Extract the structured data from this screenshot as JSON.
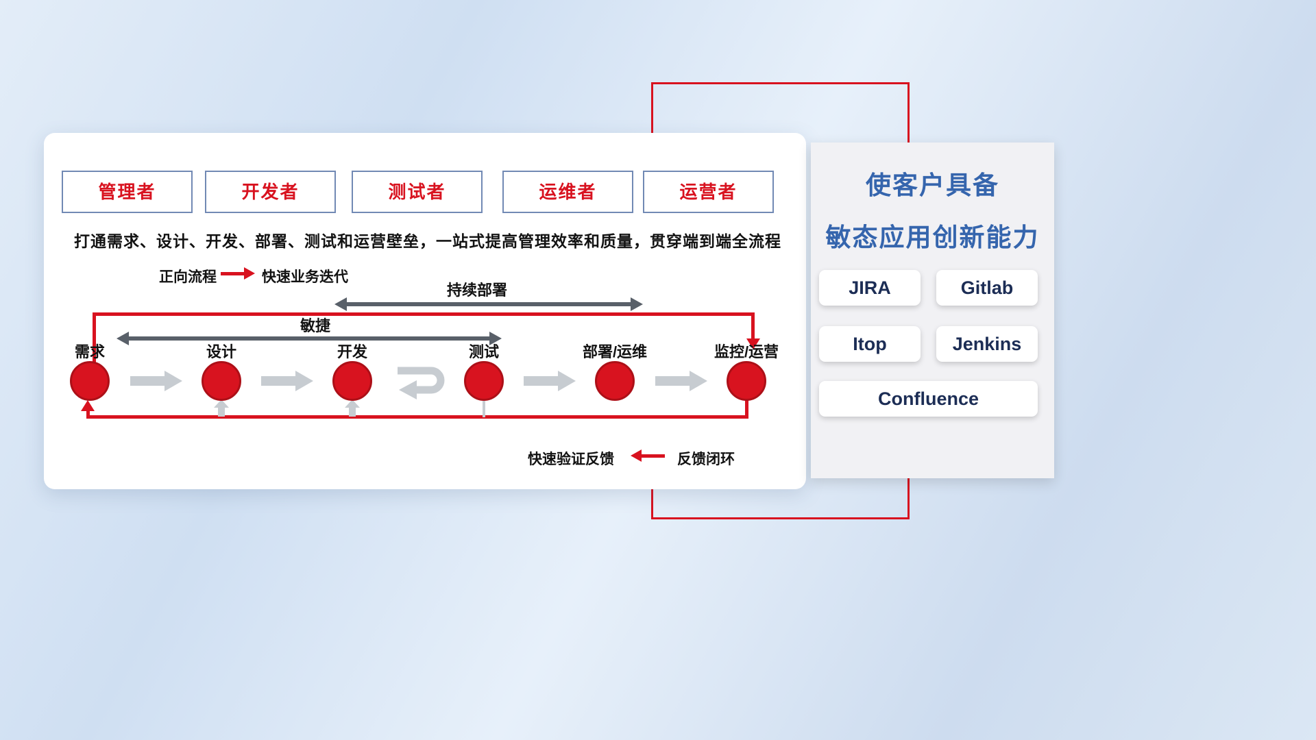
{
  "roles": [
    "管理者",
    "开发者",
    "测试者",
    "运维者",
    "运营者"
  ],
  "subtitle": "打通需求、设计、开发、部署、测试和运营壁垒，一站式提高管理效率和质量，贯穿端到端全流程",
  "flow": {
    "forward_legend_label": "正向流程",
    "forward_legend_desc": "快速业务迭代",
    "continuous_deploy_label": "持续部署",
    "agile_label": "敏捷",
    "feedback_desc": "快速验证反馈",
    "feedback_legend_label": "反馈闭环",
    "stages": [
      "需求",
      "设计",
      "开发",
      "测试",
      "部署/运维",
      "监控/运营"
    ]
  },
  "right_panel": {
    "title_line1": "使客户具备",
    "title_line2": "敏态应用创新能力",
    "tools": [
      "JIRA",
      "Gitlab",
      "Itop",
      "Jenkins",
      "Confluence"
    ]
  },
  "colors": {
    "accent_red": "#d8121f",
    "title_blue": "#3565ad",
    "dark_arrow": "#596069",
    "gray_arrow": "#c7ccd1"
  }
}
